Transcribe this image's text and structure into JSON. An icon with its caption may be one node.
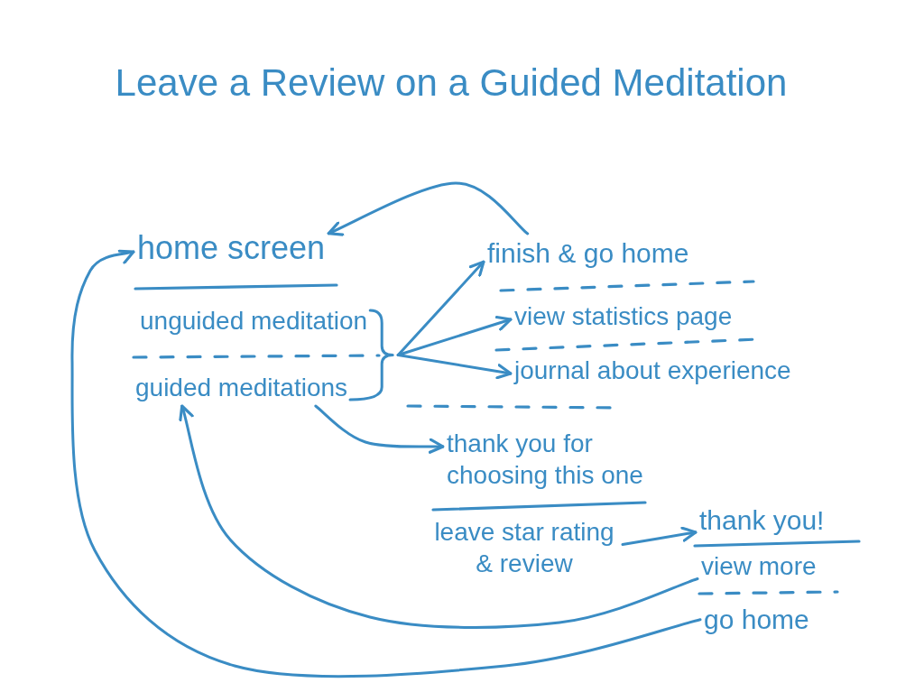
{
  "diagram": {
    "title": "Leave a Review on a Guided Meditation",
    "nodes": [
      {
        "text": [
          "home screen"
        ]
      },
      {
        "text": [
          "unguided meditation"
        ]
      },
      {
        "text": [
          "guided meditations"
        ]
      },
      {
        "text": [
          "finish & go home"
        ]
      },
      {
        "text": [
          "view statistics page"
        ]
      },
      {
        "text": [
          "journal about experience"
        ]
      },
      {
        "text": [
          "thank you for choosing this one"
        ]
      },
      {
        "text": [
          "leave star rating & review"
        ]
      },
      {
        "text": [
          "thank you!"
        ]
      },
      {
        "text": [
          "view more"
        ]
      },
      {
        "text": [
          "go home"
        ]
      }
    ],
    "edges": [
      {
        "from": 3,
        "to": 0,
        "arrow": "to"
      },
      {
        "from": 1,
        "to": 3,
        "arrow": "to"
      },
      {
        "from": 2,
        "to": 3,
        "arrow": "to"
      },
      {
        "from": 1,
        "to": 4,
        "arrow": "to"
      },
      {
        "from": 2,
        "to": 4,
        "arrow": "to"
      },
      {
        "from": 1,
        "to": 5,
        "arrow": "to"
      },
      {
        "from": 2,
        "to": 5,
        "arrow": "to"
      },
      {
        "from": 2,
        "to": 6,
        "arrow": "to"
      },
      {
        "from": 7,
        "to": 8,
        "arrow": "to"
      },
      {
        "from": 9,
        "to": 2,
        "arrow": "to"
      },
      {
        "from": 10,
        "to": 0,
        "arrow": "to"
      }
    ]
  }
}
